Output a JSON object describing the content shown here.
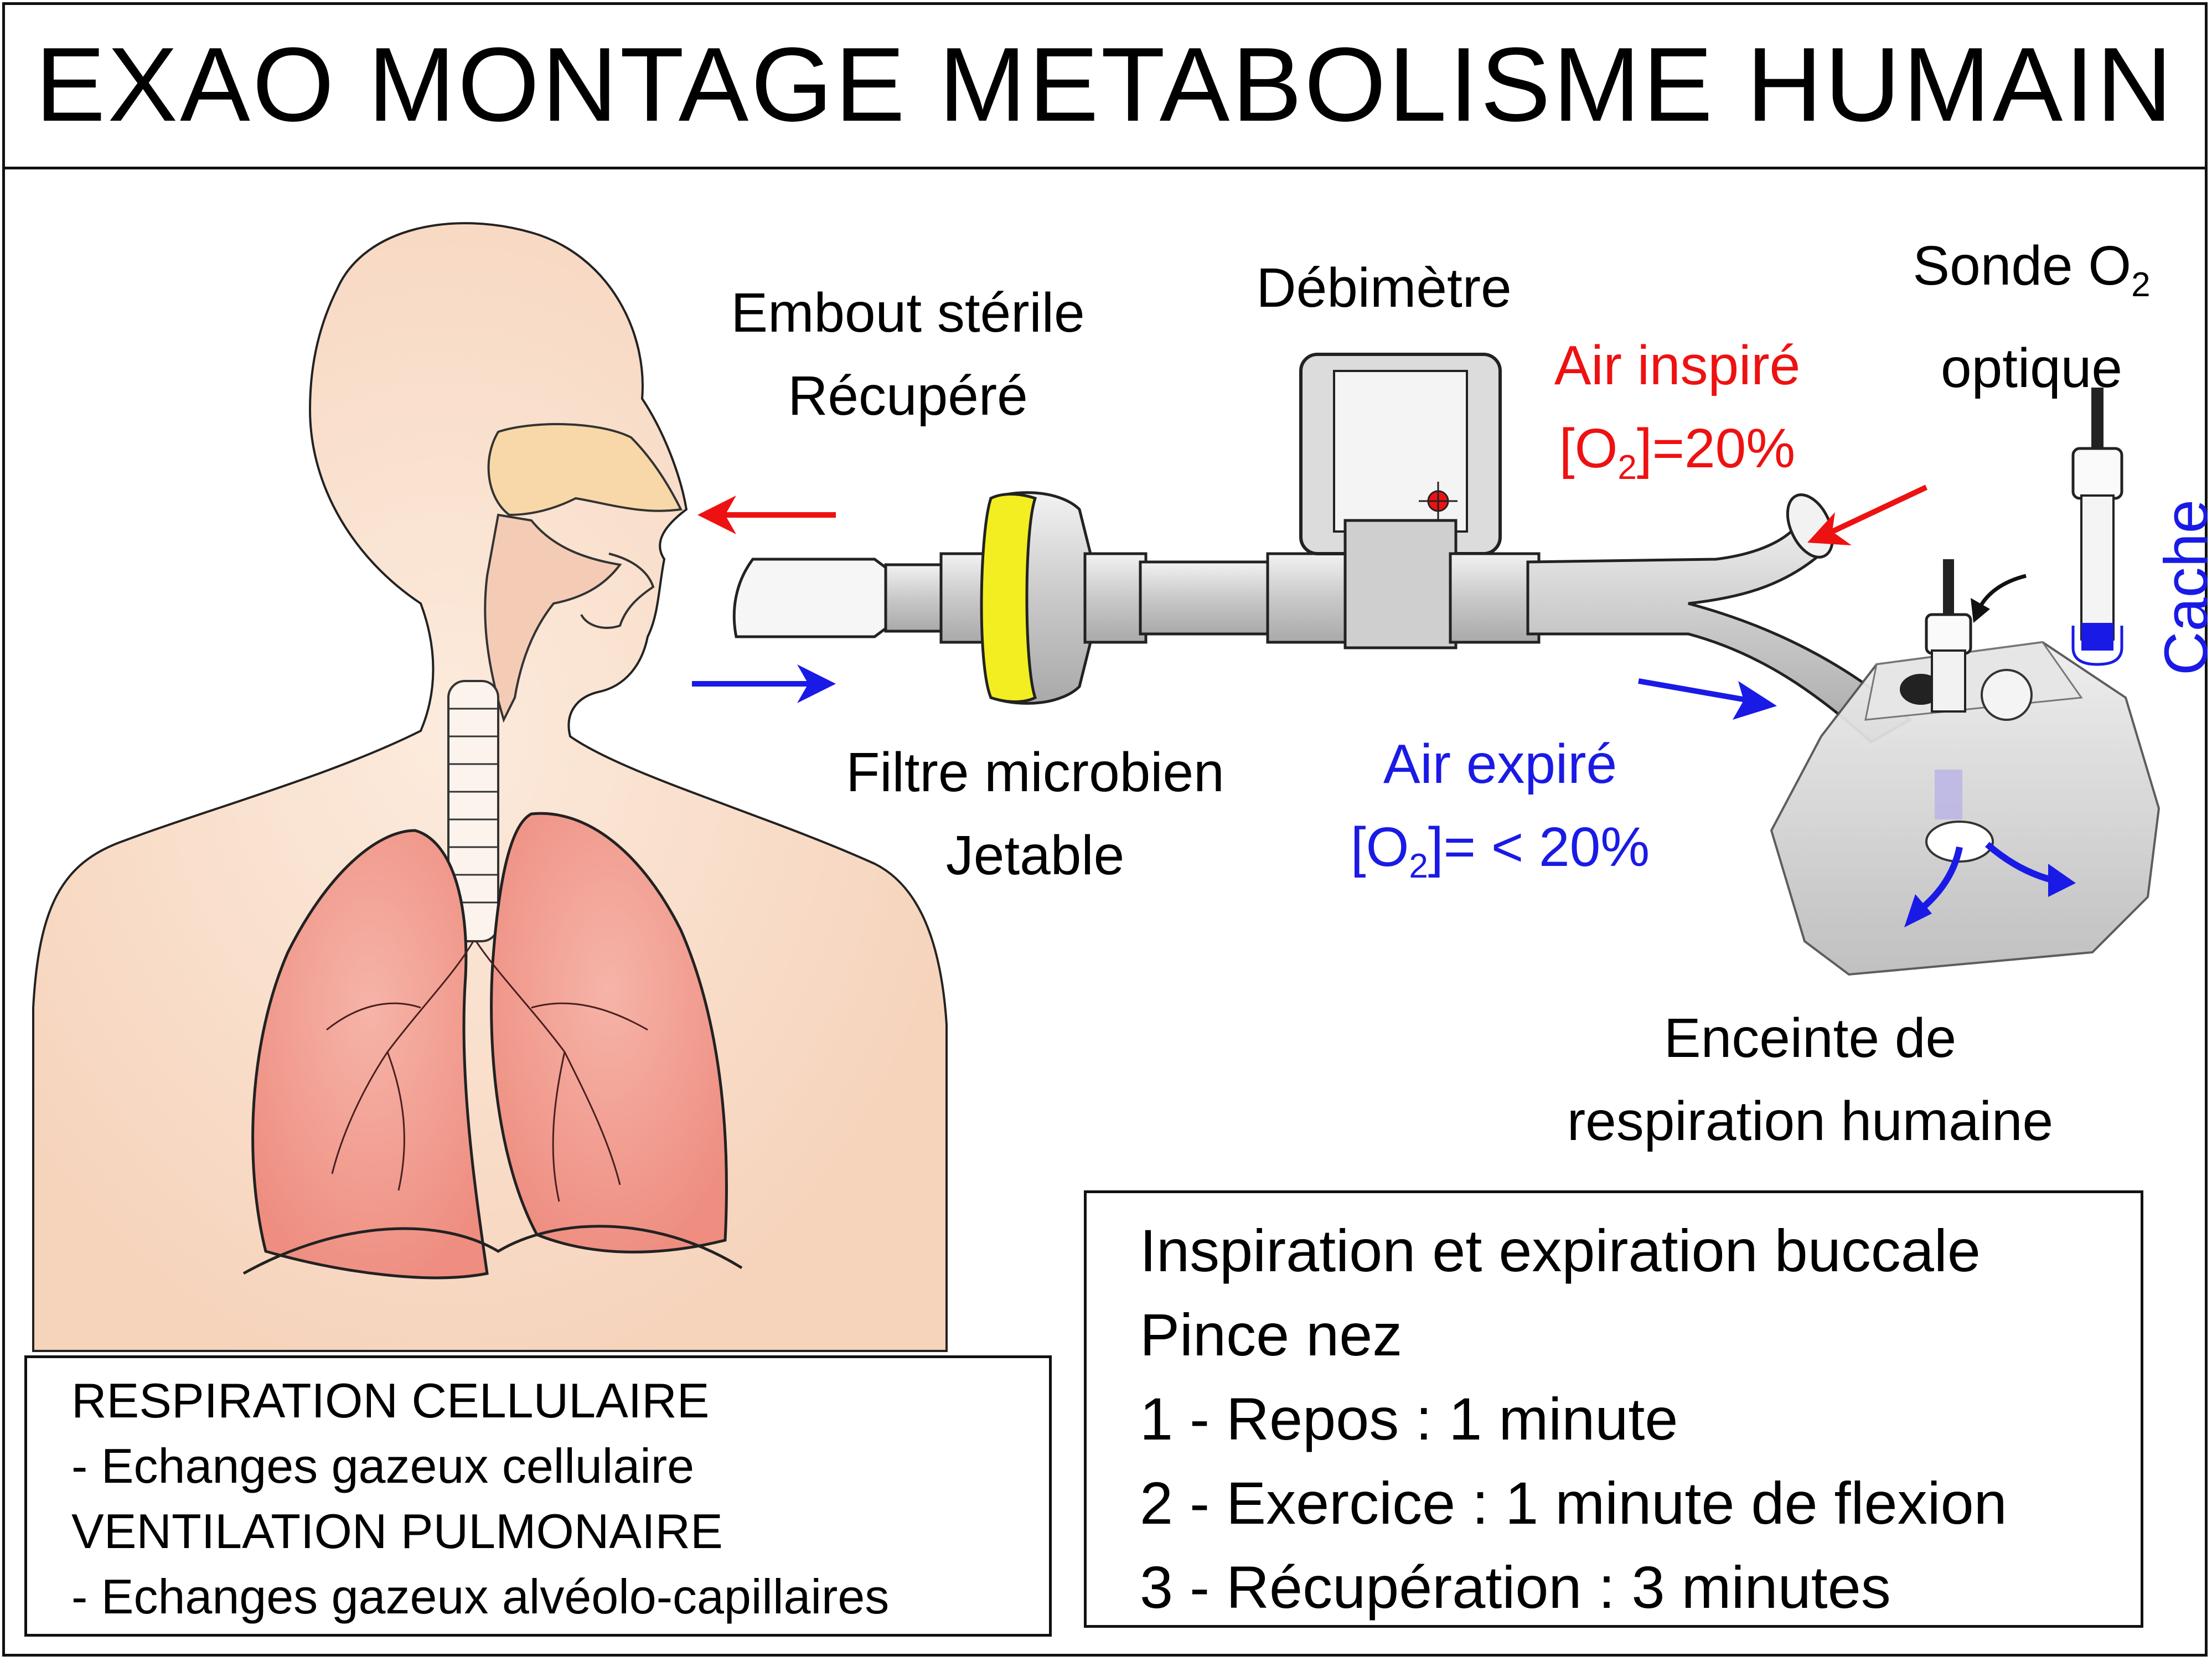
{
  "title": "EXAO MONTAGE METABOLISME HUMAIN",
  "labels": {
    "embout": [
      "Embout stérile",
      "Récupéré"
    ],
    "debimetre": "Débimètre",
    "sonde": {
      "line1_prefix": "Sonde O",
      "line1_sub": "2",
      "line2": "optique"
    },
    "air_inspire": {
      "line1": "Air inspiré",
      "line2_prefix": "[O",
      "line2_sub": "2",
      "line2_suffix": "]=20%"
    },
    "air_expire": {
      "line1": "Air expiré",
      "line2_prefix": "[O",
      "line2_sub": "2",
      "line2_suffix": "]= < 20%"
    },
    "filtre": [
      "Filtre microbien",
      "Jetable"
    ],
    "cache": "Cache",
    "enceinte": [
      "Enceinte de",
      "respiration humaine"
    ]
  },
  "left_box": [
    "RESPIRATION CELLULAIRE",
    "- Echanges gazeux cellulaire",
    "VENTILATION PULMONAIRE",
    "- Echanges gazeux alvéolo-capillaires"
  ],
  "right_box": [
    "Inspiration et expiration buccale",
    "Pince nez",
    "1 - Repos : 1 minute",
    "2 - Exercice : 1 minute de flexion",
    "3 - Récupération : 3 minutes"
  ],
  "colors": {
    "inspired": "#ee1111",
    "expired": "#1a1ae6",
    "filter_band": "#f2ee22",
    "skin": "#f9e1cf",
    "lung": "#f29a8c"
  },
  "icons": [
    "nose-pointing-arrow",
    "mouth-pointing-arrow",
    "inhale-arrow",
    "exhale-arrow",
    "led-indicator-icon",
    "rotate-arrow-icon",
    "exhaust-arrows"
  ]
}
